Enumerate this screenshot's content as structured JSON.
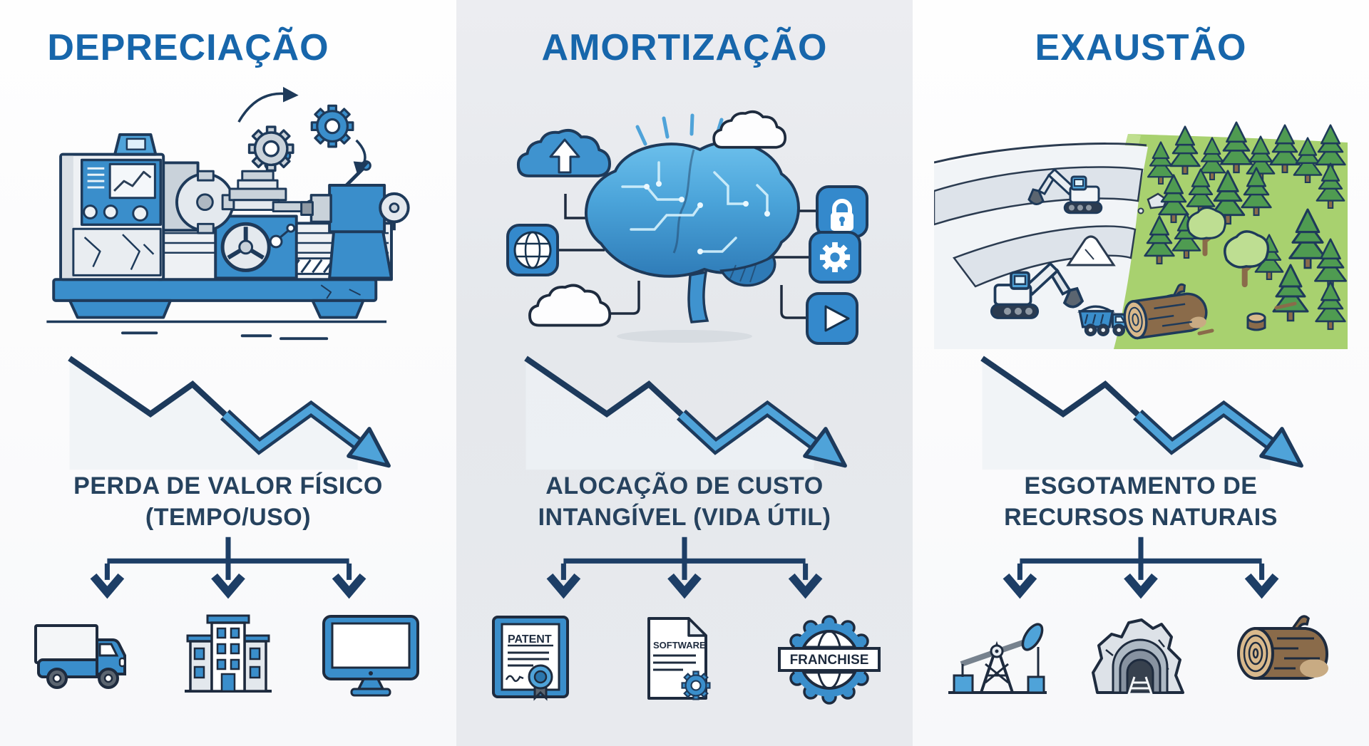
{
  "colors": {
    "title_blue": "#1766ab",
    "caption_navy": "#26425e",
    "outline_navy": "#1e3a5a",
    "primary_blue": "#3a8ecb",
    "light_blue": "#4fa3d9",
    "middle_bg": "#e7e9ed",
    "grass_green": "#a8d16f",
    "tree_green": "#4f9b51",
    "log_brown": "#8a6b4a"
  },
  "columns": [
    {
      "title": "DEPRECIAÇÃO",
      "caption_line1": "PERDA DE VALOR FÍSICO",
      "caption_line2": "(TEMPO/USO)",
      "illustration": "industrial-lathe-machine-with-gears",
      "trend": "declining-zigzag-arrow",
      "examples": [
        "truck",
        "office-building",
        "computer-monitor"
      ]
    },
    {
      "title": "AMORTIZAÇÃO",
      "caption_line1": "ALOCAÇÃO DE CUSTO",
      "caption_line2": "INTANGÍVEL (VIDA ÚTIL)",
      "illustration": "digital-brain-with-cloud-and-app-icons",
      "trend": "declining-zigzag-arrow",
      "examples": [
        "patent-certificate",
        "software-document",
        "franchise-badge"
      ],
      "example_labels": {
        "patent": "PATENT",
        "software": "SOFTWARE",
        "franchise": "FRANCHISE"
      }
    },
    {
      "title": "EXAUSTÃO",
      "caption_line1": "ESGOTAMENTO DE",
      "caption_line2": "RECURSOS NATURAIS",
      "illustration": "open-pit-mine-and-forest",
      "trend": "declining-zigzag-arrow",
      "examples": [
        "oil-pump-jack",
        "mine-tunnel",
        "wooden-log"
      ]
    }
  ]
}
